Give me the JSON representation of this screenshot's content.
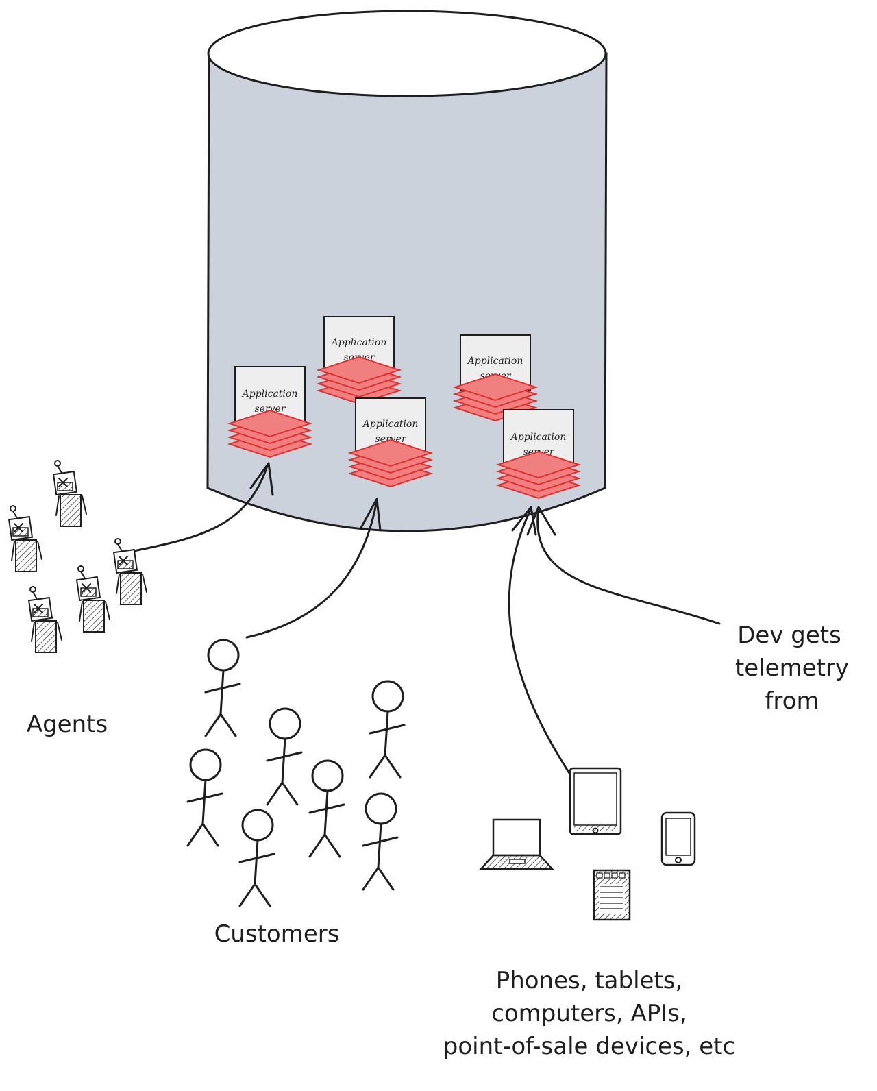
{
  "diagram": {
    "container": {
      "shape": "cylinder",
      "fill": "#cbd2db"
    },
    "servers": {
      "label_line1": "Application",
      "label_line2": "server",
      "card_fill": "#eeeeee",
      "layer_fill": "#f08080",
      "layer_stroke": "#e03131",
      "count": 5
    },
    "labels": {
      "agents": "Agents",
      "customers": "Customers",
      "dev_line1": "Dev gets",
      "dev_line2": "telemetry",
      "dev_line3": "from",
      "devices_line1": "Phones, tablets,",
      "devices_line2": "computers, APIs,",
      "devices_line3": "point-of-sale devices, etc"
    },
    "icons": [
      "robot-agent-icon",
      "stick-figure-icon",
      "laptop-icon",
      "tablet-icon",
      "phone-icon",
      "pos-device-icon"
    ]
  }
}
